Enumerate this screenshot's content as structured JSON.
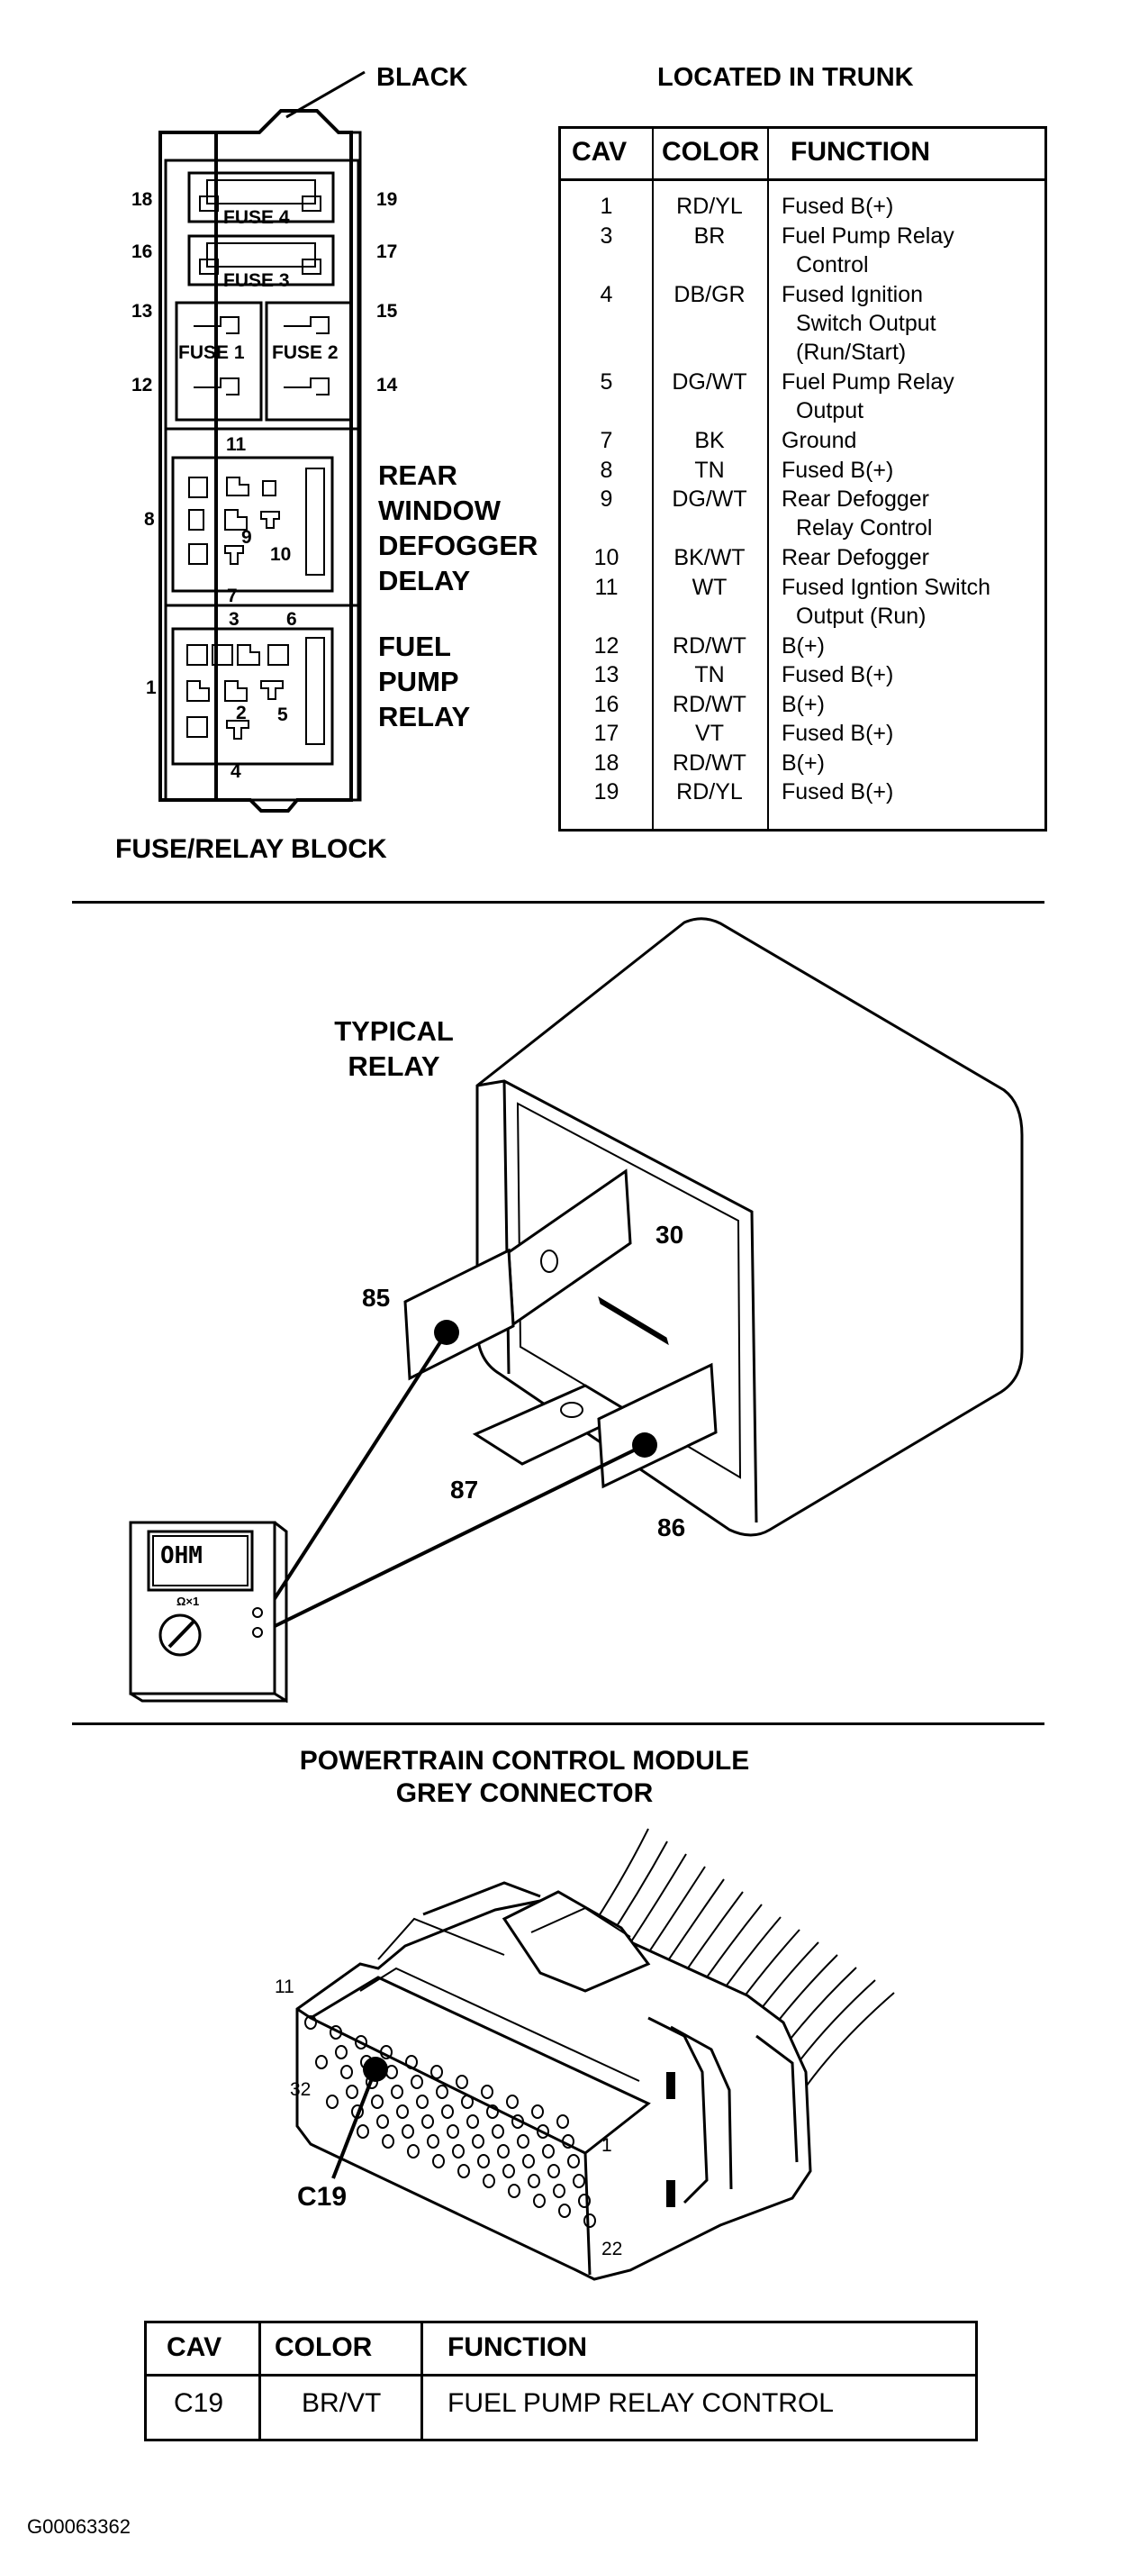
{
  "fuse_block": {
    "top_label": "BLACK",
    "bottom_label": "FUSE/RELAY BLOCK",
    "fuses": [
      "FUSE 4",
      "FUSE 3",
      "FUSE 1",
      "FUSE 2"
    ],
    "pins": {
      "p18": "18",
      "p19": "19",
      "p16": "16",
      "p17": "17",
      "p13": "13",
      "p15": "15",
      "p12": "12",
      "p14": "14",
      "p11": "11",
      "p8": "8",
      "p9": "9",
      "p10": "10",
      "p7": "7",
      "p3": "3",
      "p6": "6",
      "p1": "1",
      "p2": "2",
      "p5": "5",
      "p4": "4"
    },
    "relay1_label": [
      "REAR",
      "WINDOW",
      "DEFOGGER",
      "DELAY"
    ],
    "relay2_label": [
      "FUEL",
      "PUMP",
      "RELAY"
    ]
  },
  "trunk_table": {
    "title": "LOCATED IN TRUNK",
    "headers": [
      "CAV",
      "COLOR",
      "FUNCTION"
    ],
    "rows": [
      {
        "cav": "1",
        "color": "RD/YL",
        "function": [
          "Fused B(+)"
        ]
      },
      {
        "cav": "3",
        "color": "BR",
        "function": [
          "Fuel Pump Relay",
          "Control"
        ]
      },
      {
        "cav": "4",
        "color": "DB/GR",
        "function": [
          "Fused Ignition",
          "Switch Output",
          "(Run/Start)"
        ]
      },
      {
        "cav": "5",
        "color": "DG/WT",
        "function": [
          "Fuel Pump Relay",
          "Output"
        ]
      },
      {
        "cav": "7",
        "color": "BK",
        "function": [
          "Ground"
        ]
      },
      {
        "cav": "8",
        "color": "TN",
        "function": [
          "Fused B(+)"
        ]
      },
      {
        "cav": "9",
        "color": "DG/WT",
        "function": [
          "Rear Defogger",
          "Relay Control"
        ]
      },
      {
        "cav": "10",
        "color": "BK/WT",
        "function": [
          "Rear Defogger"
        ]
      },
      {
        "cav": "11",
        "color": "WT",
        "function": [
          "Fused Igntion Switch",
          "Output (Run)"
        ]
      },
      {
        "cav": "12",
        "color": "RD/WT",
        "function": [
          "B(+)"
        ]
      },
      {
        "cav": "13",
        "color": "TN",
        "function": [
          "Fused B(+)"
        ]
      },
      {
        "cav": "16",
        "color": "RD/WT",
        "function": [
          "B(+)"
        ]
      },
      {
        "cav": "17",
        "color": "VT",
        "function": [
          "Fused B(+)"
        ]
      },
      {
        "cav": "18",
        "color": "RD/WT",
        "function": [
          "B(+)"
        ]
      },
      {
        "cav": "19",
        "color": "RD/YL",
        "function": [
          "Fused B(+)"
        ]
      }
    ]
  },
  "relay": {
    "title": [
      "TYPICAL",
      "RELAY"
    ],
    "terminals": {
      "t30": "30",
      "t85": "85",
      "t87": "87",
      "t86": "86"
    },
    "meter_display": "OHM",
    "meter_range": "Ω×1"
  },
  "pcm": {
    "title": [
      "POWERTRAIN CONTROL MODULE",
      "GREY CONNECTOR"
    ],
    "pins": {
      "p11": "11",
      "p32": "32",
      "p1": "1",
      "p22": "22"
    },
    "callout": "C19"
  },
  "pcm_table": {
    "headers": [
      "CAV",
      "COLOR",
      "FUNCTION"
    ],
    "row": {
      "cav": "C19",
      "color": "BR/VT",
      "function": "FUEL PUMP RELAY CONTROL"
    }
  },
  "figure_id": "G00063362"
}
